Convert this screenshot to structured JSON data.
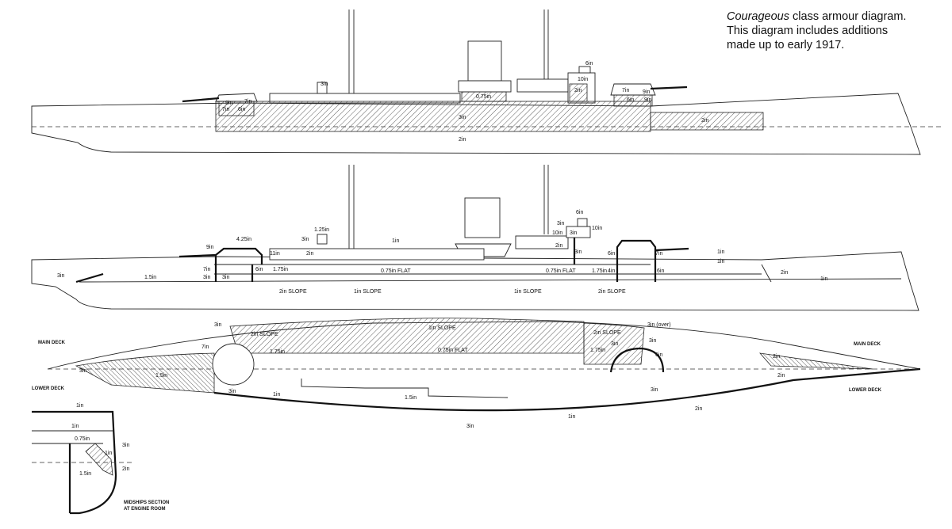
{
  "caption": {
    "title_italic": "Courageous",
    "line1_rest": " class armour diagram.",
    "line2": "This diagram includes additions",
    "line3": "made up to early 1917."
  },
  "profile_labels": {
    "a": "3in",
    "b": "0.75in",
    "c": "6in",
    "d": "10in",
    "e": "2in",
    "f": "9in",
    "g": "7in",
    "h": "7in",
    "i": "6in",
    "j": "9in",
    "k": "3in",
    "l": "2in",
    "m": "2in",
    "n": "6in",
    "o": "7in",
    "p": "9in"
  },
  "section_labels": {
    "a": "1.25in",
    "b": "4.25in",
    "c": "9in",
    "d": "3in",
    "e": "11in",
    "f": "2in",
    "g": "1in",
    "h": "6in",
    "i": "3in",
    "j": "7in",
    "k": "1.75in",
    "l": "0.75in FLAT",
    "m": "0.75in FLAT",
    "n": "1.75in",
    "o": "4in",
    "p": "3in",
    "q": "1.5in",
    "r": "3in",
    "s": "2in SLOPE",
    "t": "1in SLOPE",
    "u": "1in SLOPE",
    "v": "2in SLOPE",
    "w": "3in",
    "x": "6in",
    "y": "10in",
    "z": "3in",
    "aa": "10in",
    "ab": "2in",
    "ac": "3in",
    "ad": "6in",
    "ae": "7in",
    "af": "1in",
    "ag": "1in",
    "ah": "6in",
    "ai": "2in",
    "aj": "1in"
  },
  "plan_labels": {
    "main_deck_left": "MAIN DECK",
    "lower_deck_left": "LOWER DECK",
    "main_deck_right": "MAIN DECK",
    "lower_deck_right": "LOWER DECK",
    "a": "3in",
    "b": "2in SLOPE",
    "c": "1in SLOPE",
    "d": "2in SLOPE",
    "e": "3in (over)",
    "f": "7in",
    "g": "1.75in",
    "h": "0.75in FLAT",
    "i": "1.75in",
    "j": "3in",
    "k": "6in",
    "l": "3in",
    "m": "3in",
    "n": "1.5in",
    "o": "3in",
    "p": "1in",
    "q": "1.5in",
    "r": "1in",
    "s": "3in",
    "t": "2in",
    "u": "3in",
    "v": "2in",
    "w": "2in"
  },
  "midship_labels": {
    "a": "1in",
    "b": "1in",
    "c": "0.75in",
    "d": "3in",
    "e": "1in",
    "f": "1.5in",
    "g": "2in",
    "title1": "MIDSHIPS SECTION",
    "title2": "AT ENGINE ROOM"
  }
}
